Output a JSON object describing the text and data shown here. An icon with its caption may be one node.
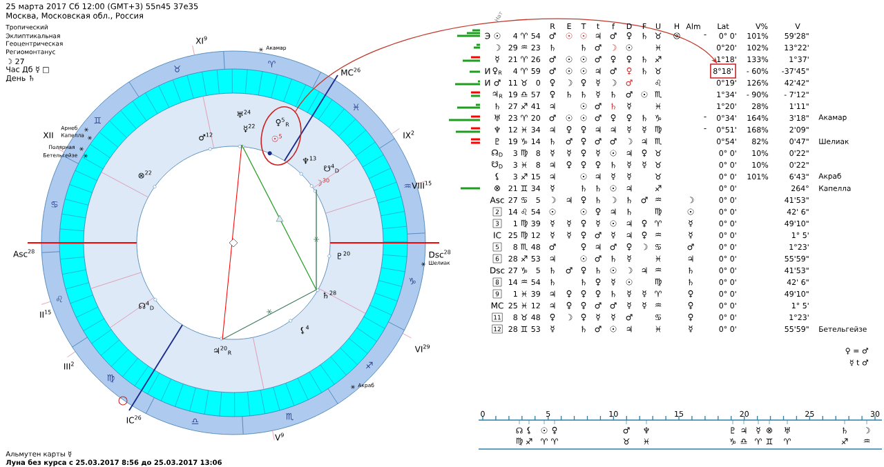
{
  "diagram": {
    "nodes": [
      {
        "text": [
          "♀$^{5}$$_{R}$",
          "☉$^{5}$"
        ]
      },
      {
        "text": [
          "8°18'"
        ]
      }
    ],
    "edges": [
      {
        "from": 0,
        "to": 1,
        "arrow": "to",
        "color": "#c0392b"
      }
    ],
    "labels": [
      "25 марта 2017  Сб  12:00 (GMT+3) 55n45  37e35",
      "Москва, Московская обл., Россия",
      "Тропический",
      "Эклиптикальная",
      "Геоцентрическая",
      "Региомонтанус",
      "☽  27",
      "Час Дб ☿ □",
      "День ♄",
      "Нат",
      "R",
      "E",
      "T",
      "t",
      "f",
      "D",
      "F",
      "U",
      "H",
      "Alm",
      "Lat",
      "V%",
      "V",
      "Э",
      "☉",
      "4",
      "♈",
      "54",
      "♂",
      "☉",
      "☉",
      "♃",
      "♂",
      "♀",
      "♄",
      "♉",
      "◎",
      "-",
      "0° 0'",
      "101%",
      "59'28\"",
      "☽",
      "29",
      "♒",
      "23",
      "♄",
      "♄",
      "♂",
      "☽",
      "☉",
      "♓",
      "0°20'",
      "102%",
      "13°22'",
      "☿",
      "21",
      "♈",
      "26",
      "♂",
      "☉",
      "☉",
      "♂",
      "♀",
      "♀",
      "♄",
      "♐",
      "1°18'",
      "133%",
      "1°37'",
      "И",
      "♀$_{R}$",
      "4",
      "♈",
      "59",
      "♂",
      "☉",
      "☉",
      "♃",
      "♂",
      "♀",
      "♄",
      "♉",
      "- 60%",
      "-37'45\"",
      "И",
      "♂",
      "11",
      "♉",
      "0",
      "♀",
      "☽",
      "♀",
      "☿",
      "☽",
      "♂",
      "♌",
      "0°19'",
      "126%",
      "42'42\"",
      "♃$_{R}$",
      "19",
      "♎",
      "57",
      "♀",
      "♄",
      "♄",
      "☿",
      "♄",
      "♂",
      "☉",
      "♏",
      "1°34'",
      "- 90%",
      "- 7'12\"",
      "♄",
      "27",
      "♐",
      "41",
      "♃",
      "☉",
      "♂",
      "♄",
      "☿",
      "♓",
      "1°20'",
      "28%",
      "1'11\"",
      "♅",
      "23",
      "♈",
      "20",
      "♂",
      "☉",
      "☉",
      "♂",
      "♀",
      "♀",
      "♄",
      "♑",
      "-",
      "0°34'",
      "164%",
      "3'18\"",
      "Акамар",
      "♆",
      "12",
      "♓",
      "34",
      "♃",
      "♀",
      "♀",
      "♃",
      "♃",
      "☿",
      "☿",
      "♍",
      "-",
      "0°51'",
      "168%",
      "2'09\"",
      "♇",
      "19",
      "♑",
      "14",
      "♄",
      "♂",
      "♀",
      "♂",
      "♂",
      "☽",
      "♃",
      "♏",
      "0°54'",
      "82%",
      "0'47\"",
      "Шелиак",
      "☊$_{D}$",
      "3",
      "♍",
      "8",
      "☿",
      "☿",
      "♀",
      "☿",
      "☉",
      "♃",
      "♀",
      "♉",
      "0° 0'",
      "10%",
      "0'22\"",
      "☋$_{D}$",
      "3",
      "♓",
      "8",
      "♃",
      "♀",
      "♀",
      "♀",
      "♄",
      "☿",
      "☿",
      "♉",
      "0° 0'",
      "10%",
      "0'22\"",
      "⚸",
      "3",
      "♐",
      "15",
      "♃",
      "☉",
      "♃",
      "☿",
      "☿",
      "♉",
      "0° 0'",
      "101%",
      "6'43\"",
      "Акраб",
      "⊗",
      "21",
      "♊",
      "34",
      "☿",
      "♄",
      "♄",
      "☉",
      "♃",
      "♐",
      "0° 0'",
      "264°",
      "Капелла",
      "Asc",
      "27",
      "♋",
      "5",
      "☽",
      "♃",
      "♀",
      "♄",
      "☽",
      "♄",
      "♂",
      "♒",
      "☽",
      "0° 0'",
      "41'53\"",
      "2",
      "14",
      "♌",
      "54",
      "☉",
      "☉",
      "♀",
      "♃",
      "♄",
      "♍",
      "☉",
      "0° 0'",
      "42' 6\"",
      "3",
      "1",
      "♍",
      "39",
      "☿",
      "☿",
      "♀",
      "☿",
      "☉",
      "♃",
      "♀",
      "♈",
      "☿",
      "0° 0'",
      "49'10\"",
      "IC",
      "25",
      "♍",
      "12",
      "☿",
      "☿",
      "♀",
      "♂",
      "☿",
      "♃",
      "♀",
      "♒",
      "☿",
      "0° 0'",
      "1° 5'",
      "5",
      "8",
      "♏",
      "48",
      "♂",
      "♀",
      "♃",
      "♂",
      "♀",
      "☽",
      "♋",
      "♂",
      "0° 0'",
      "1°23'",
      "6",
      "28",
      "♐",
      "53",
      "♃",
      "☉",
      "♂",
      "♄",
      "☿",
      "♓",
      "♃",
      "0° 0'",
      "55'59\"",
      "Dsc",
      "27",
      "♑",
      "5",
      "♄",
      "♂",
      "♀",
      "♄",
      "☉",
      "☽",
      "♃",
      "♒",
      "♄",
      "0° 0'",
      "41'53\"",
      "8",
      "14",
      "♒",
      "54",
      "♄",
      "♄",
      "♀",
      "☿",
      "☉",
      "♍",
      "♄",
      "0° 0'",
      "42' 6\"",
      "9",
      "1",
      "♓",
      "39",
      "♃",
      "♀",
      "♀",
      "♀",
      "♄",
      "☿",
      "☿",
      "♈",
      "♀",
      "0° 0'",
      "49'10\"",
      "MC",
      "25",
      "♓",
      "12",
      "♃",
      "♀",
      "♀",
      "♂",
      "♂",
      "☿",
      "☿",
      "♒",
      "♀",
      "0° 0'",
      "1° 5'",
      "11",
      "8",
      "♉",
      "48",
      "♀",
      "☽",
      "♀",
      "☿",
      "☿",
      "♂",
      "♋",
      "♀",
      "0° 0'",
      "1°23'",
      "12",
      "28",
      "♊",
      "53",
      "☿",
      "♄",
      "♂",
      "☉",
      "♃",
      "♓",
      "☿",
      "0° 0'",
      "55'59\"",
      "Бетельгейзе",
      "♀ = ♂",
      "☿ t ♂",
      "Asc$^{28}$",
      "II$^{15}$",
      "III$^{2}$",
      "IC$^{26}$",
      "V$^{9}$",
      "VI$^{29}$",
      "Dsc$^{28}$",
      "VIII$^{15}$",
      "IX$^{2}$",
      "MC$^{26}$",
      "XI$^{9}$",
      "XII",
      "♈",
      "♉",
      "♊",
      "♋",
      "♌",
      "♍",
      "♎",
      "♏",
      "♐",
      "♑",
      "♒",
      "♓",
      "Акамар",
      "Арнеб",
      "Капелла",
      "Полярная",
      "Бетельгейзе",
      "Шелиак",
      "Акраб",
      "♅$^{24}$",
      "☿$^{22}$",
      "♂$^{12}$",
      "⊗$^{22}$",
      "☊$^{4}$$_{D}$",
      "♆$^{13}$",
      "☋$^{4}$$_{D}$",
      "☽$^{30}$",
      "♇$^{20}$",
      "♄$^{28}$",
      "⚸$^{4}$",
      "♃$^{20}$$_{R}$",
      "0",
      "5",
      "10",
      "15",
      "20",
      "25",
      "30",
      "☊",
      "⚸",
      "☉",
      "♀",
      "♂",
      "♆",
      "♇",
      "♃",
      "☿",
      "⊗",
      "♅",
      "♄",
      "☽",
      "♍",
      "♐",
      "♈",
      "♈",
      "♉",
      "♓",
      "♑",
      "♎",
      "♈",
      "♊",
      "♈",
      "♐",
      "♒",
      "Альмутен карты  ☿",
      "Луна без курса с 25.03.2017  8:56 до 25.03.2017 13:06"
    ]
  }
}
